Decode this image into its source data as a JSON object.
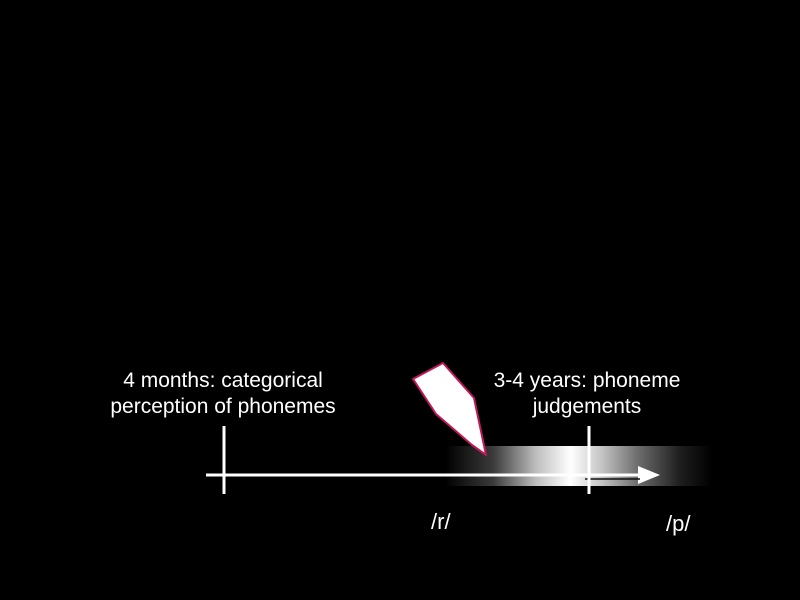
{
  "milestones": {
    "early": {
      "line1": "4 months:  categorical",
      "line2": "perception of phonemes"
    },
    "late": {
      "line1": "3-4 years: phoneme",
      "line2": "judgements"
    }
  },
  "continuum": {
    "start_label": "/r/",
    "end_label": "/p/"
  },
  "colors": {
    "background": "#000000",
    "foreground": "#ffffff",
    "pointer_outline": "#c2185b"
  }
}
